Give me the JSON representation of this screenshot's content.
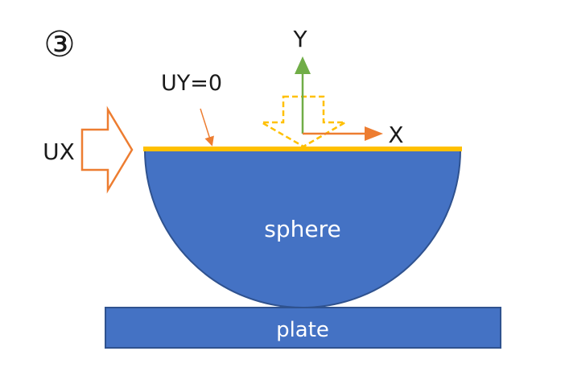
{
  "step_marker": "③",
  "labels": {
    "ux": "UX",
    "uy": "UY=0",
    "axis_y": "Y",
    "axis_x": "X",
    "sphere": "sphere",
    "plate": "plate"
  },
  "colors": {
    "body_fill": "#4472C4",
    "body_stroke": "#2F528F",
    "load_arrow": "#ED7D31",
    "constraint_line": "#FFC000",
    "axis_y": "#70AD47",
    "axis_x": "#ED7D31",
    "text": "#1a1a1a"
  }
}
